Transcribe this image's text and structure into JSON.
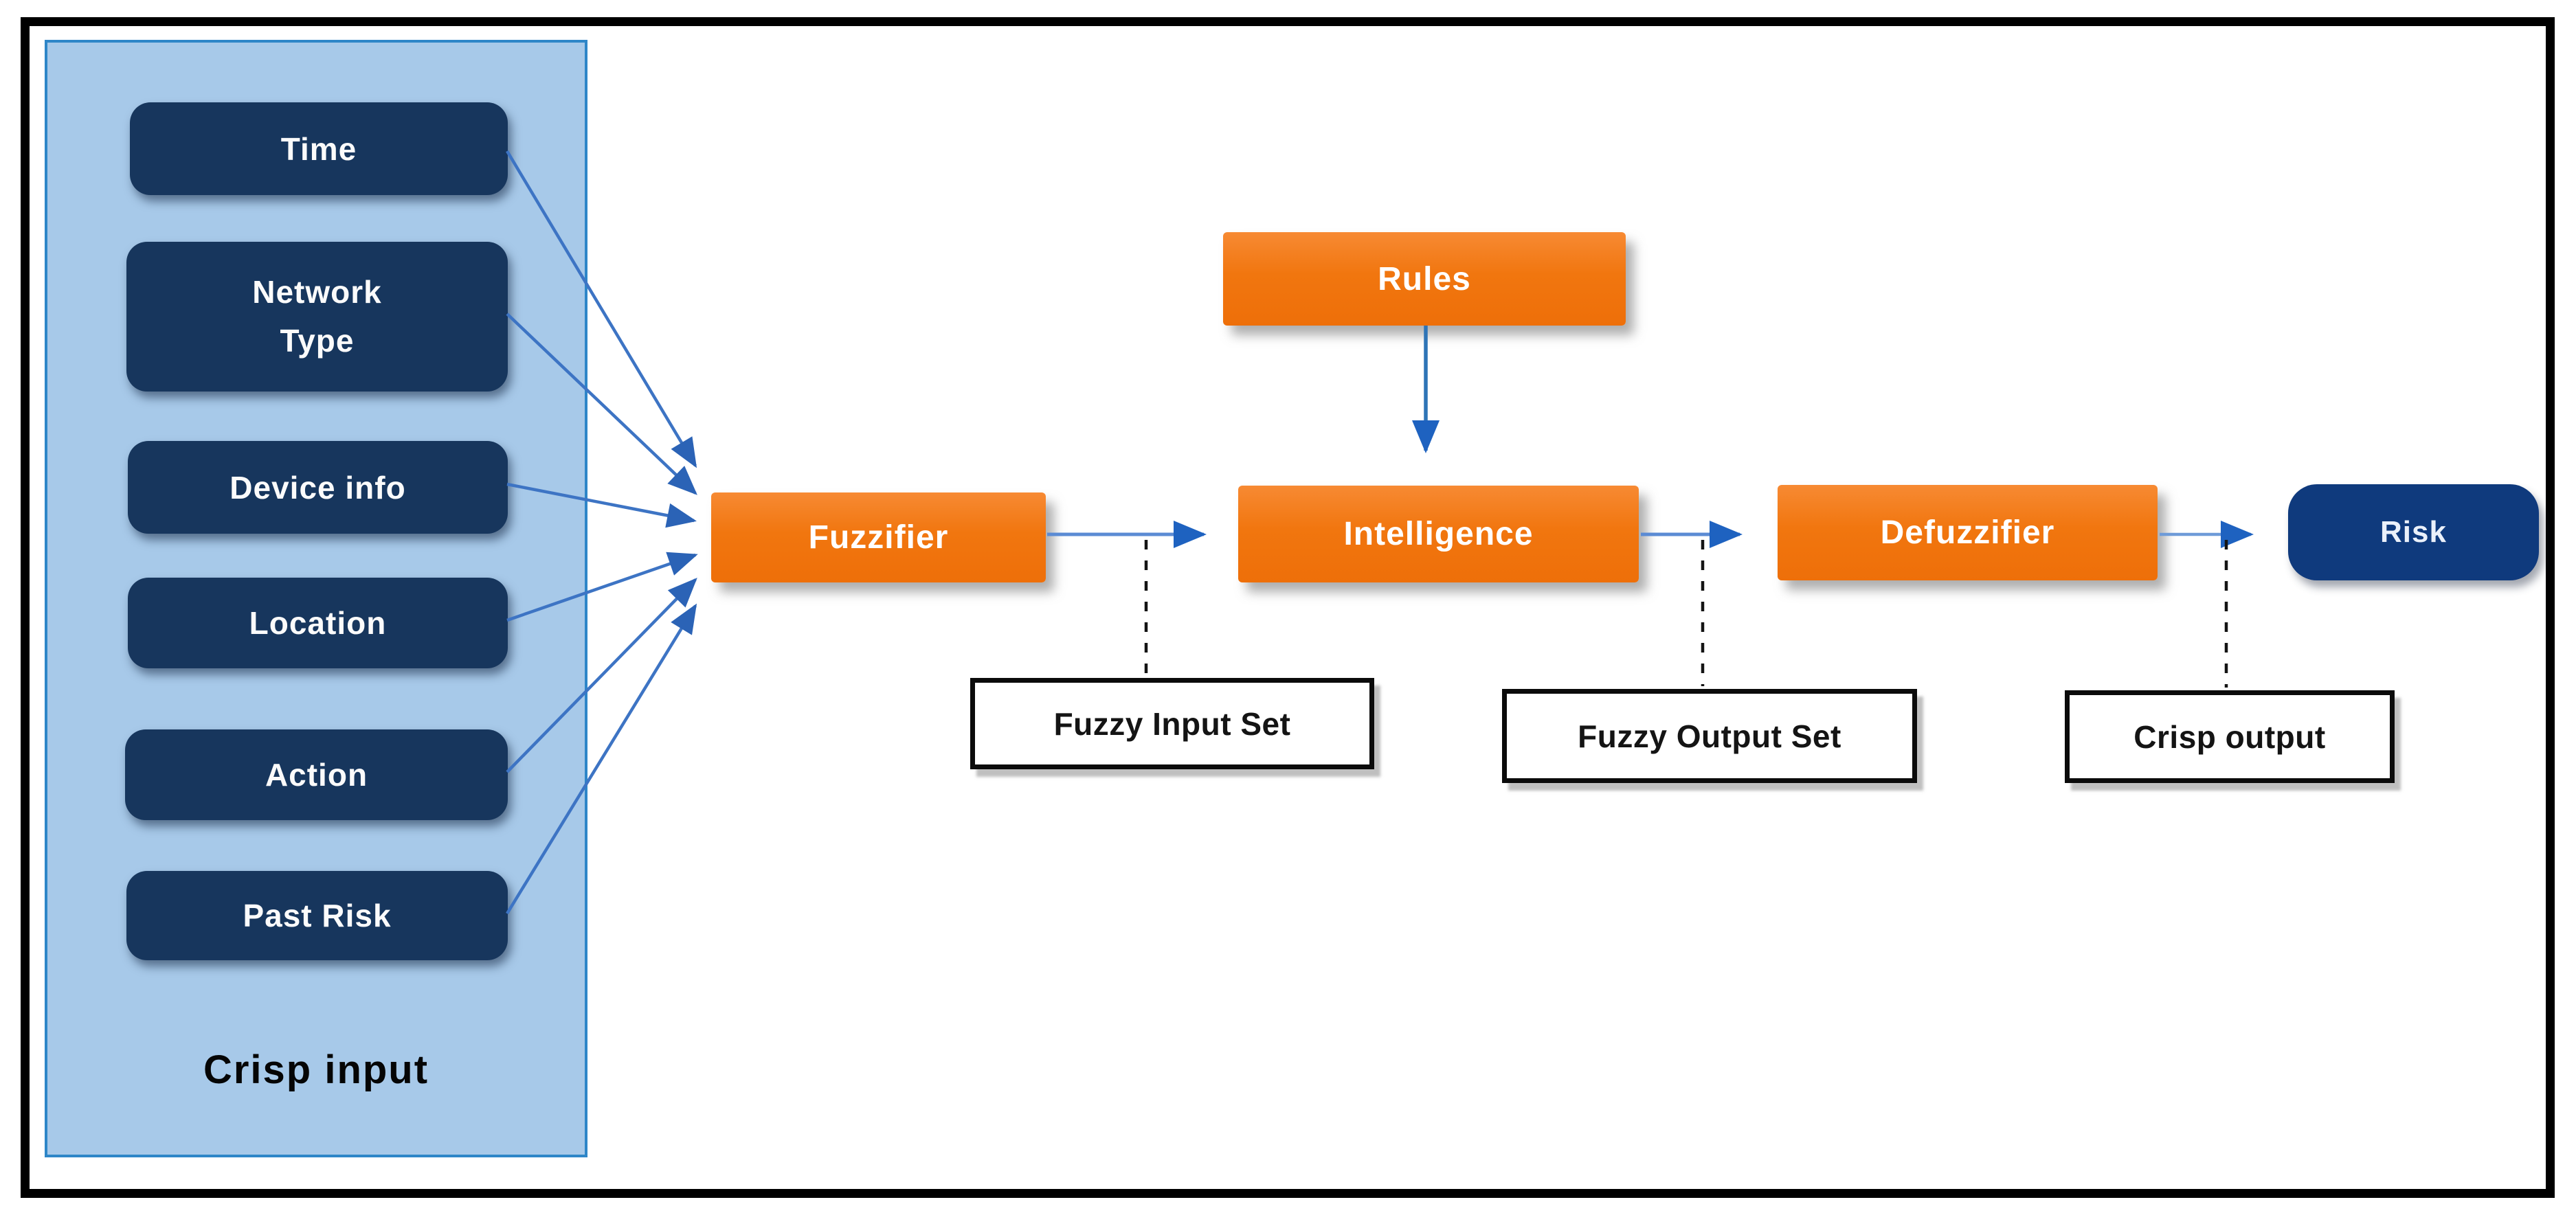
{
  "diagram": {
    "panel": {
      "label": "Crisp input",
      "inputs": [
        {
          "label": "Time"
        },
        {
          "label": "Network Type"
        },
        {
          "label": "Device info"
        },
        {
          "label": "Location"
        },
        {
          "label": "Action"
        },
        {
          "label": "Past Risk"
        }
      ]
    },
    "process_nodes": {
      "fuzzifier": "Fuzzifier",
      "rules": "Rules",
      "intelligence": "Intelligence",
      "defuzzifier": "Defuzzifier",
      "risk": "Risk"
    },
    "stage_labels": {
      "fuzzy_input_set": "Fuzzy Input Set",
      "fuzzy_output_set": "Fuzzy Output Set",
      "crisp_output": "Crisp output"
    },
    "colors": {
      "process_orange": "#F1760F",
      "input_box_navy": "#17365D",
      "risk_navy": "#0F3A7D",
      "panel_light_blue": "#A7C9E9",
      "panel_border_blue": "#2E86C8",
      "arrow_line_blue": "#3D74C4",
      "arrowhead_blue": "#2057B0",
      "connector_light_blue": "#5B8BD4",
      "dashed_line_black": "#141414"
    }
  }
}
